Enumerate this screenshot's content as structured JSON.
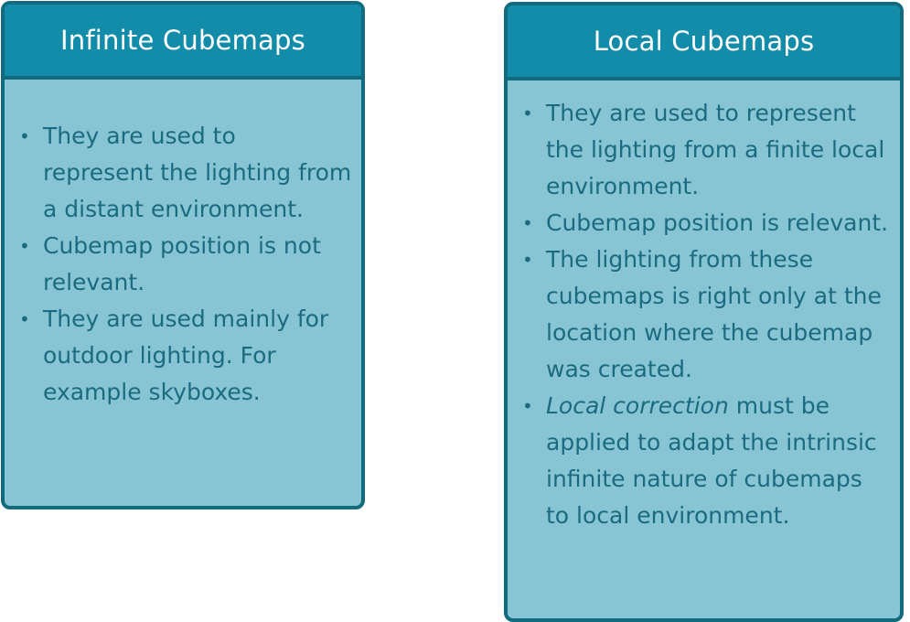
{
  "cards": {
    "infinite": {
      "title": "Infinite Cubemaps",
      "bullets": [
        "They are used to represent the lighting from a distant environment.",
        "Cubemap position is not relevant.",
        "They are used mainly for outdoor lighting. For example skyboxes."
      ]
    },
    "local": {
      "title": "Local Cubemaps",
      "bullets": [
        "They are used to represent the lighting from a finite local environment.",
        "Cubemap position is relevant.",
        "The lighting from these cubemaps is right only at the location where the cubemap was created."
      ],
      "last_bullet": {
        "emphasis": "Local correction",
        "text": " must be applied to adapt the intrinsic infinite nature of cubemaps to local environment."
      }
    }
  },
  "colors": {
    "header": "#128ca8",
    "body": "#88c5d4",
    "border": "#126a7e",
    "text": "#1b6b80"
  }
}
